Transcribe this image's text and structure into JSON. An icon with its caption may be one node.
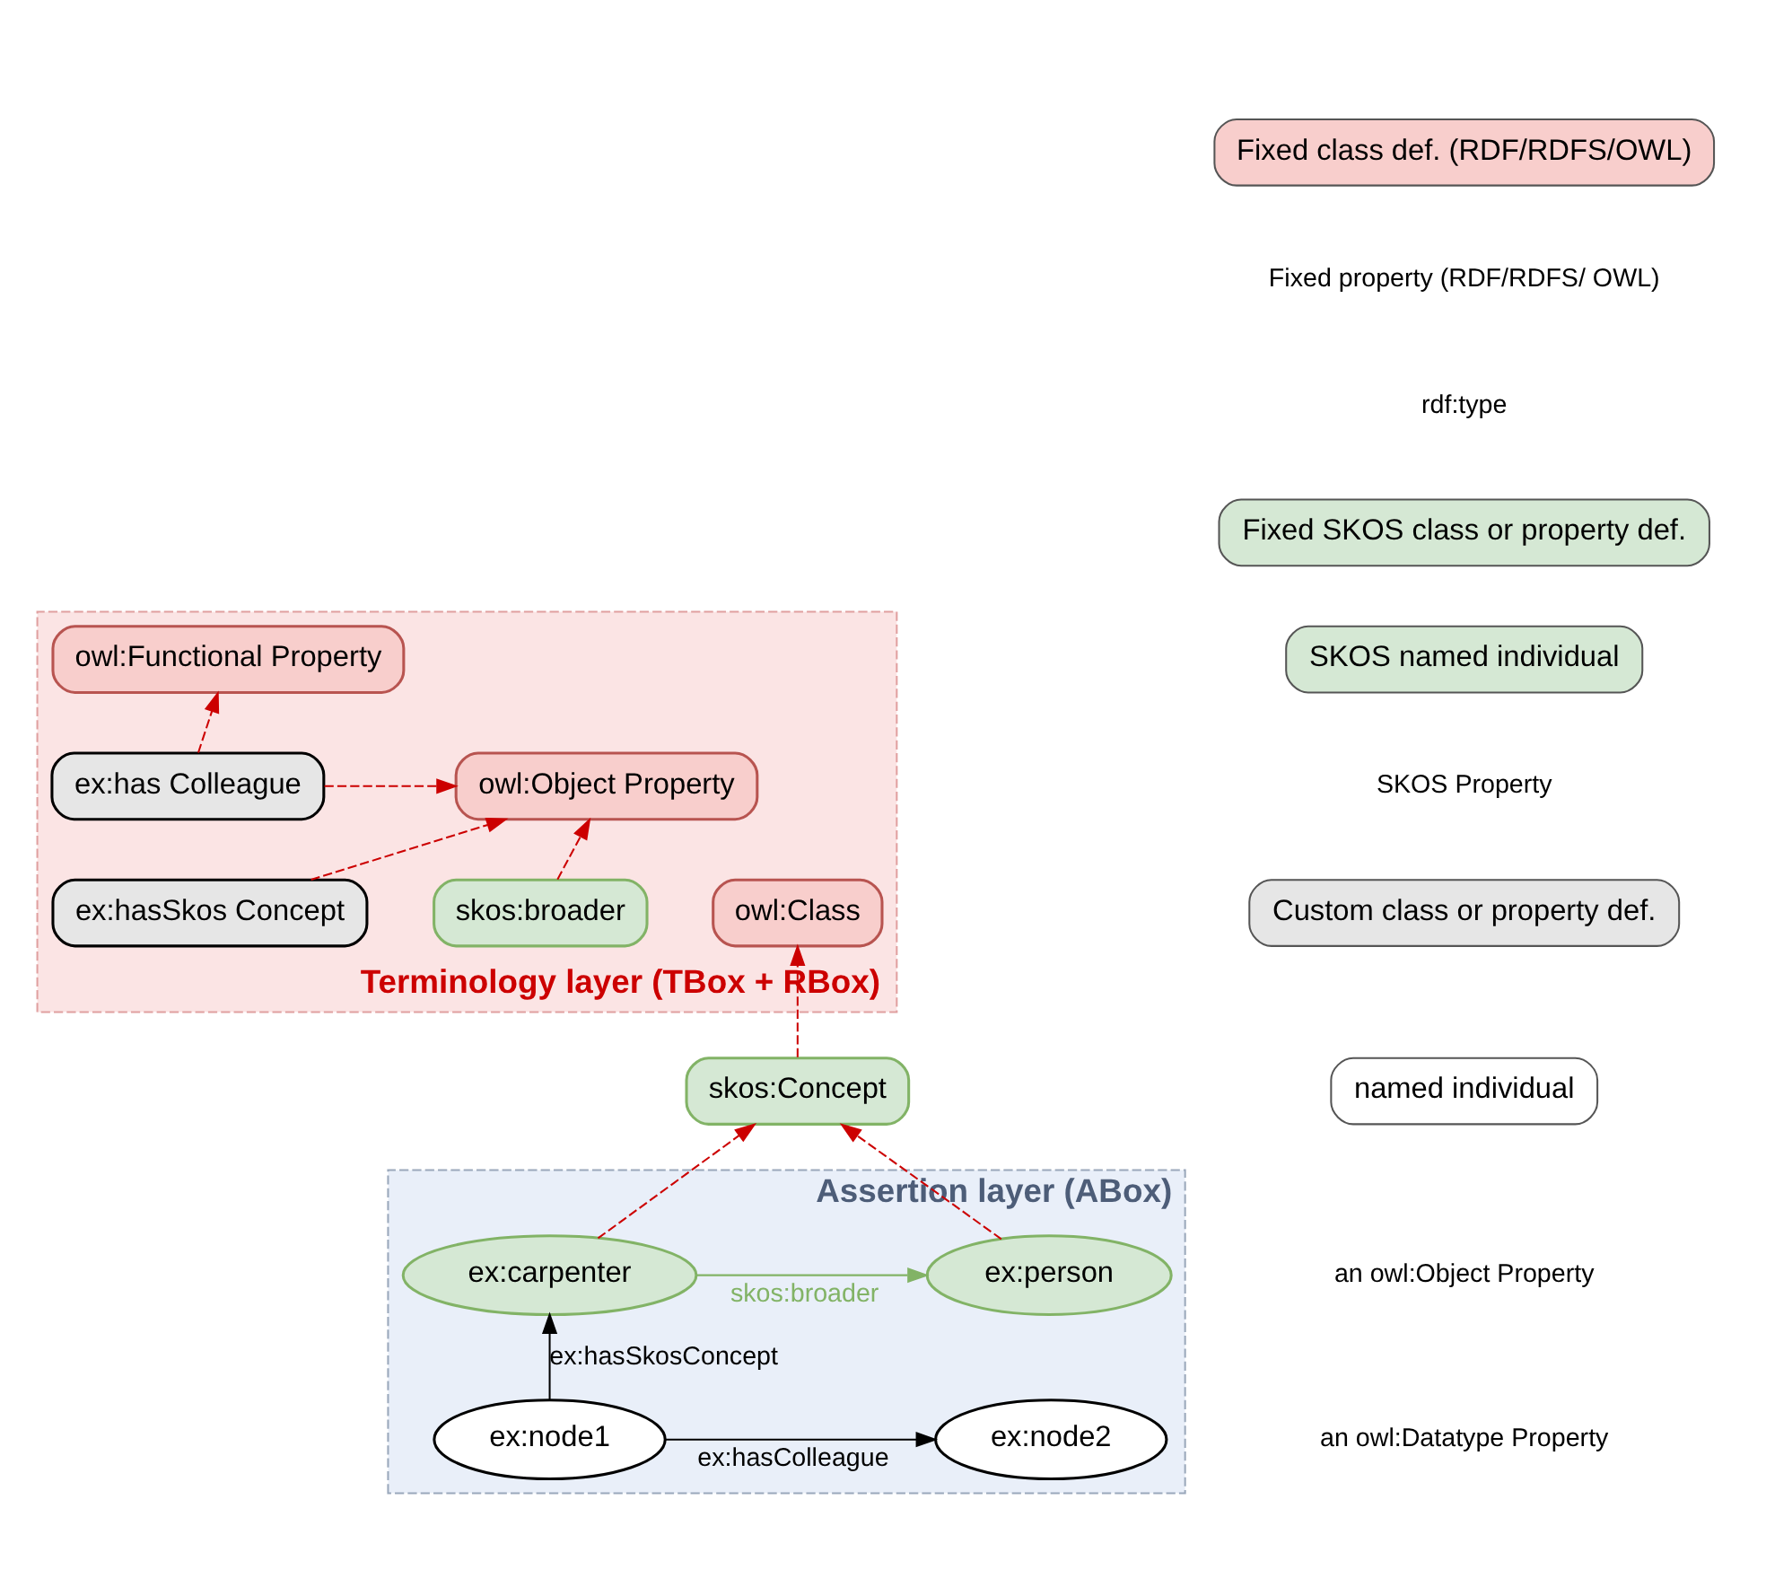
{
  "diagram": {
    "nodes": [
      {
        "text": [
          "Terminology layer (TBox + RBox)"
        ]
      },
      {
        "text": [
          "owl:Functional Property"
        ],
        "in": 0
      },
      {
        "text": [
          "ex:has Colleague"
        ],
        "in": 0
      },
      {
        "text": [
          "owl:Object Property"
        ],
        "in": 0
      },
      {
        "text": [
          "owl:Class"
        ],
        "in": 0
      },
      {
        "text": [
          "skos:broader"
        ],
        "in": 0
      },
      {
        "text": [
          "ex:hasSkos Concept"
        ],
        "in": 0
      },
      {
        "text": [
          "skos:Concept"
        ]
      },
      {
        "text": [
          "Assertion layer (ABox)"
        ]
      },
      {
        "text": [
          "ex:carpenter"
        ],
        "in": 8
      },
      {
        "text": [
          "ex:person"
        ],
        "in": 8
      },
      {
        "text": [
          "ex:node1"
        ],
        "in": 8
      },
      {
        "text": [
          "ex:node2"
        ],
        "in": 8
      }
    ],
    "edges": [
      {
        "from": 2,
        "to": 1,
        "arrow": "to",
        "style": "dashed",
        "color": "#cc0000"
      },
      {
        "from": 2,
        "to": 3,
        "arrow": "to",
        "style": "dashed",
        "color": "#cc0000"
      },
      {
        "from": 5,
        "to": 3,
        "arrow": "to",
        "style": "dashed",
        "color": "#cc0000"
      },
      {
        "from": 6,
        "to": 3,
        "arrow": "to",
        "style": "dashed",
        "color": "#cc0000"
      },
      {
        "from": 7,
        "to": 4,
        "arrow": "to",
        "style": "dashed",
        "color": "#cc0000"
      },
      {
        "from": 9,
        "to": 7,
        "arrow": "to",
        "style": "dashed",
        "color": "#cc0000"
      },
      {
        "from": 10,
        "to": 7,
        "arrow": "to",
        "style": "dashed",
        "color": "#cc0000"
      },
      {
        "from": 9,
        "to": 10,
        "arrow": "to",
        "label": "skos:broader",
        "color": "#82b366"
      },
      {
        "from": 11,
        "to": 9,
        "arrow": "to",
        "label": "ex:hasSkosConcept",
        "color": "#000000"
      },
      {
        "from": 11,
        "to": 12,
        "arrow": "to",
        "label": "ex:hasColleague",
        "color": "#000000"
      }
    ],
    "legend": [
      {
        "text": "Fixed class def. (RDF/RDFS/OWL)",
        "color": "#f8cecc"
      },
      {
        "text": "Fixed property (RDF/RDFS/ OWL)"
      },
      {
        "text": "rdf:type"
      },
      {
        "text": "Fixed SKOS class or property def.",
        "color": "#d5e8d4"
      },
      {
        "text": "SKOS named individual",
        "color": "#d5e8d4"
      },
      {
        "text": "SKOS Property"
      },
      {
        "text": "Custom class or property def.",
        "color": "#e6e6e6"
      },
      {
        "text": "named individual",
        "color": "#ffffff"
      },
      {
        "text": "an owl:Object Property"
      },
      {
        "text": "an owl:Datatype Property"
      }
    ]
  }
}
